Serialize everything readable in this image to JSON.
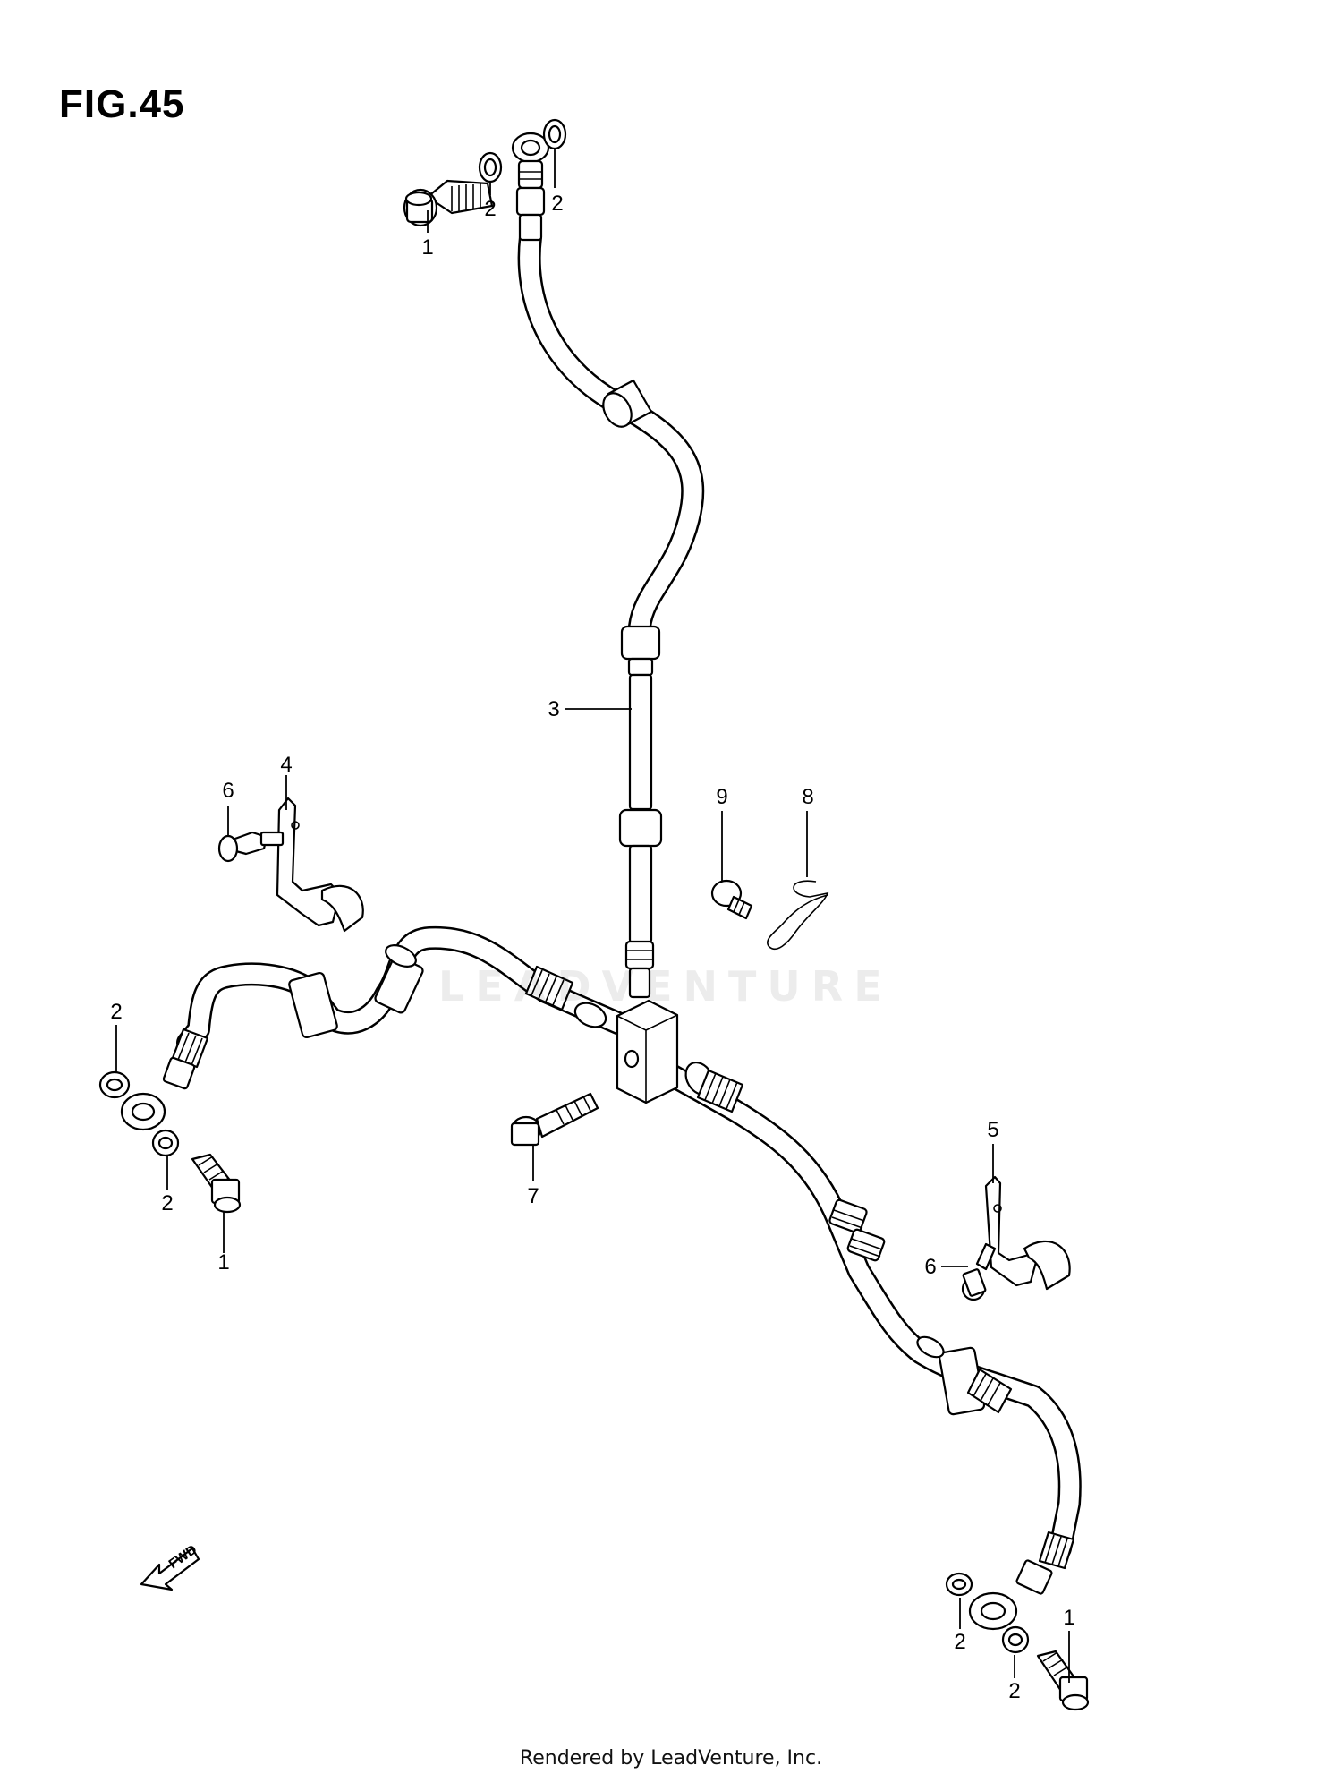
{
  "figure": {
    "title": "FIG.45"
  },
  "watermark": {
    "text": "LEADVENTURE"
  },
  "footer": {
    "text": "Rendered by LeadVenture, Inc."
  },
  "direction_indicator": {
    "label": "FWD"
  },
  "callouts": [
    {
      "number": "1",
      "part": "union bolt (master cylinder)"
    },
    {
      "number": "2",
      "part": "washer"
    },
    {
      "number": "2",
      "part": "washer"
    },
    {
      "number": "3",
      "part": "front brake hose (upper)"
    },
    {
      "number": "4",
      "part": "hose clamp (left)"
    },
    {
      "number": "6",
      "part": "bolt"
    },
    {
      "number": "9",
      "part": "bolt"
    },
    {
      "number": "8",
      "part": "clip"
    },
    {
      "number": "2",
      "part": "washer"
    },
    {
      "number": "2",
      "part": "washer"
    },
    {
      "number": "1",
      "part": "union bolt (left caliper)"
    },
    {
      "number": "7",
      "part": "joint bolt"
    },
    {
      "number": "5",
      "part": "hose clamp (right)"
    },
    {
      "number": "6",
      "part": "bolt"
    },
    {
      "number": "2",
      "part": "washer"
    },
    {
      "number": "2",
      "part": "washer"
    },
    {
      "number": "1",
      "part": "union bolt (right caliper)"
    }
  ]
}
